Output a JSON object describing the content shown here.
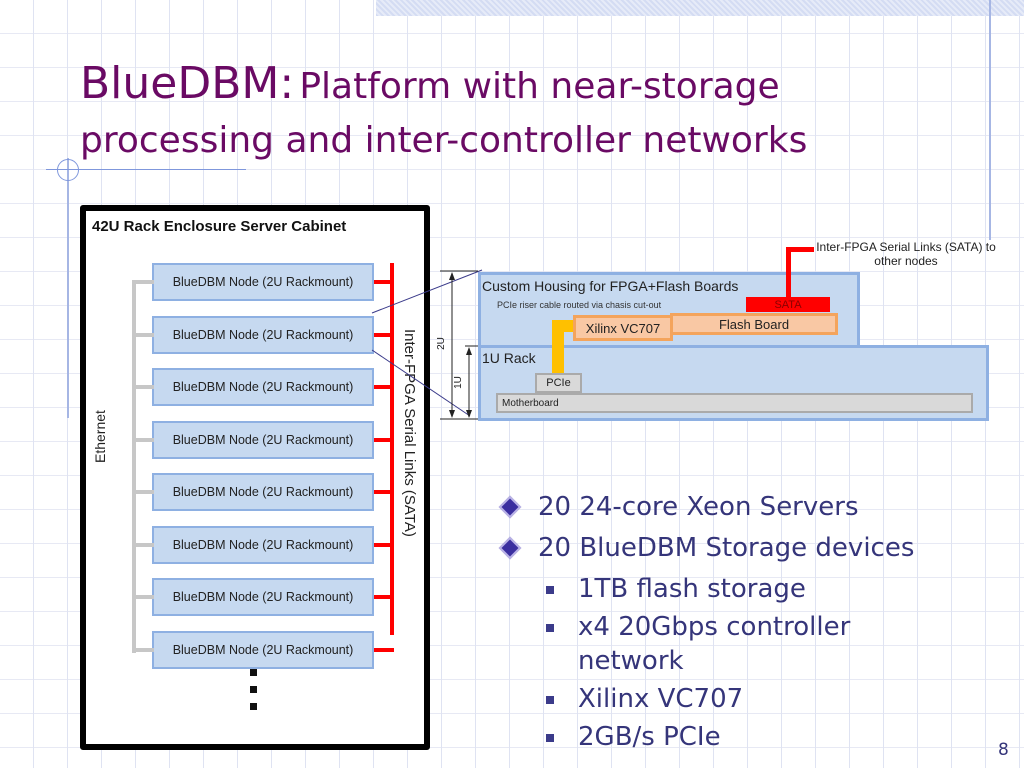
{
  "slide": {
    "title_main": "BlueDBM:",
    "title_rest_line1": "Platform with near-storage",
    "title_line2": "processing and inter-controller networks",
    "page_number": "8",
    "colors": {
      "title": "#6a0a64",
      "body_text": "#35357a",
      "node_fill": "#c6d9f0",
      "node_border": "#8eb0e2",
      "sata_red": "#ff0000",
      "ethernet_gray": "#c7c7c7",
      "fpga_orange": "#f9c8a4",
      "pcie_cable": "#ffc000"
    }
  },
  "rack_diagram": {
    "cabinet_title": "42U Rack Enclosure Server Cabinet",
    "ethernet_label": "Ethernet",
    "sata_label": "Inter-FPGA Serial Links (SATA)",
    "nodes": [
      {
        "label": "BlueDBM Node (2U Rackmount)"
      },
      {
        "label": "BlueDBM Node (2U Rackmount)"
      },
      {
        "label": "BlueDBM Node (2U Rackmount)"
      },
      {
        "label": "BlueDBM Node (2U Rackmount)"
      },
      {
        "label": "BlueDBM Node (2U Rackmount)"
      },
      {
        "label": "BlueDBM Node (2U Rackmount)"
      },
      {
        "label": "BlueDBM Node (2U Rackmount)"
      },
      {
        "label": "BlueDBM Node (2U Rackmount)"
      }
    ]
  },
  "node_detail": {
    "housing_title": "Custom Housing for FPGA+Flash Boards",
    "riser_note": "PCIe riser cable routed via chasis cut-out",
    "xilinx_label": "Xilinx VC707",
    "flash_label": "Flash Board",
    "sata_chip_label": "SATA",
    "sata_callout": "Inter-FPGA Serial Links (SATA) to other nodes",
    "rack_label": "1U Rack",
    "pcie_label": "PCIe",
    "motherboard_label": "Motherboard",
    "dim_2u": "2U",
    "dim_1u": "1U"
  },
  "bullets": [
    {
      "text": "20 24-core Xeon Servers",
      "sub": []
    },
    {
      "text": "20 BlueDBM Storage devices",
      "sub": [
        "1TB flash storage",
        "x4 20Gbps controller network",
        "Xilinx VC707",
        "2GB/s PCIe"
      ]
    }
  ]
}
